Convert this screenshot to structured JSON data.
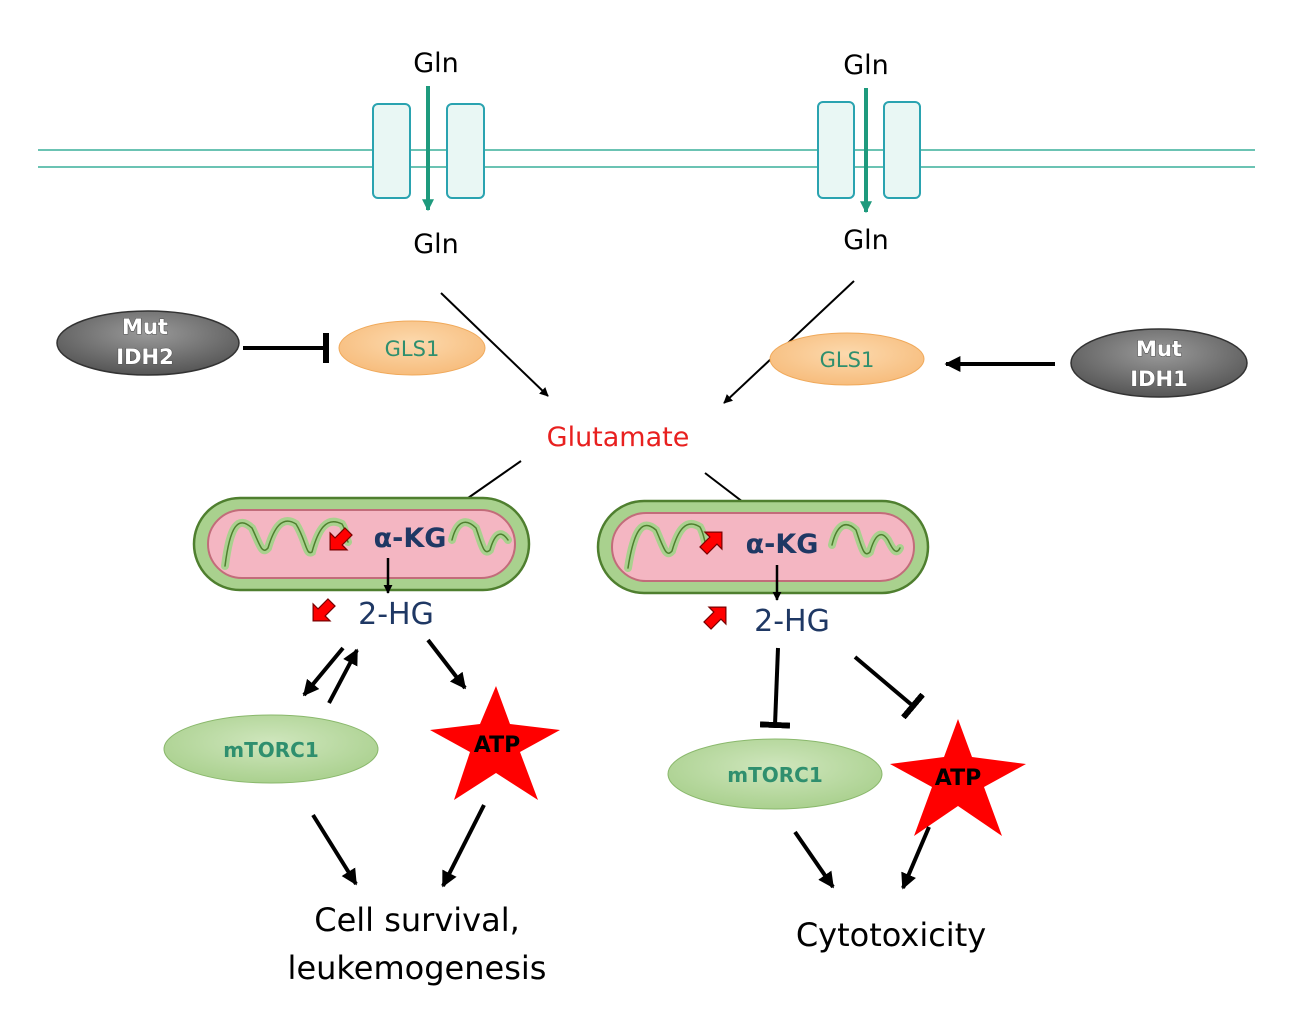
{
  "left": {
    "gln_outside": "Gln",
    "gln_inside": "Gln",
    "mutant": {
      "line1": "Mut",
      "line2": "IDH2"
    },
    "enzyme": "GLS1",
    "akg": "α-KG",
    "hg": "2-HG",
    "mtorc": "mTORC1",
    "atp": "ATP",
    "outcome": {
      "line1": "Cell survival,",
      "line2": "leukemogenesis"
    }
  },
  "right": {
    "gln_outside": "Gln",
    "gln_inside": "Gln",
    "mutant": {
      "line1": "Mut",
      "line2": "IDH1"
    },
    "enzyme": "GLS1",
    "akg": "α-KG",
    "hg": "2-HG",
    "mtorc": "mTORC1",
    "atp": "ATP",
    "outcome": "Cytotoxicity"
  },
  "center": {
    "glutamate": "Glutamate"
  },
  "colors": {
    "membrane": "#3aaf9a",
    "transporter_fill": "#e9f7f4",
    "gln_arrow": "#1e9a7d",
    "glutamate": "#e8201f",
    "dark_blue_text": "#1f3864",
    "gls1_fill": "#f9c68b",
    "gls1_text": "#2f8f6e",
    "mut_fill": "#6b6b6b",
    "mtorc_fill": "#b5d79c",
    "mtorc_text": "#2f8f6e",
    "atp_star": "#ff0000",
    "mito_outer": "#a9d18e",
    "mito_inner": "#f4b6c2",
    "red_arrow": "#ff0000"
  }
}
